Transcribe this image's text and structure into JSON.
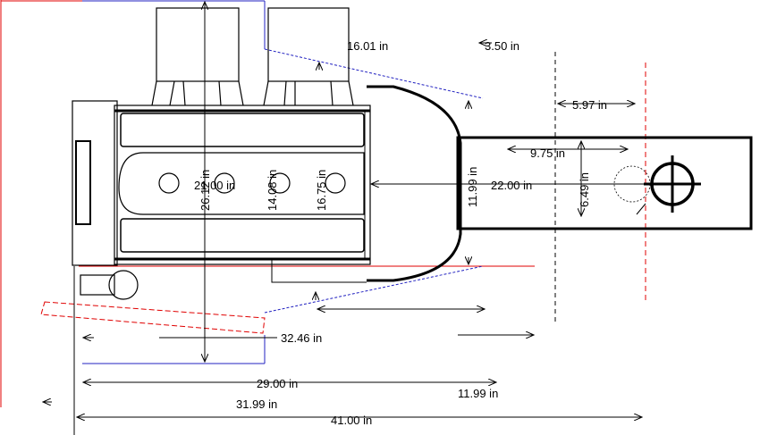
{
  "dimensions": {
    "d_16_01": "16.01 in",
    "d_3_50": "3.50 in",
    "d_5_97": "5.97 in",
    "d_9_75": "9.75 in",
    "d_21_00": "21.00 in",
    "d_26_12": "26.12 in",
    "d_14_08": "14.08 in",
    "d_16_75": "16.75 in",
    "d_11_99_v": "11.99 in",
    "d_22_00": "22.00 in",
    "d_6_49": "6.49 in",
    "d_32_46": "32.46 in",
    "d_29_00": "29.00 in",
    "d_11_99_h": "11.99 in",
    "d_31_99": "31.99 in",
    "d_41_00": "41.00 in"
  },
  "colors": {
    "outline": "#000000",
    "red_ref": "#e00000",
    "blue_ref": "#2020c0"
  }
}
